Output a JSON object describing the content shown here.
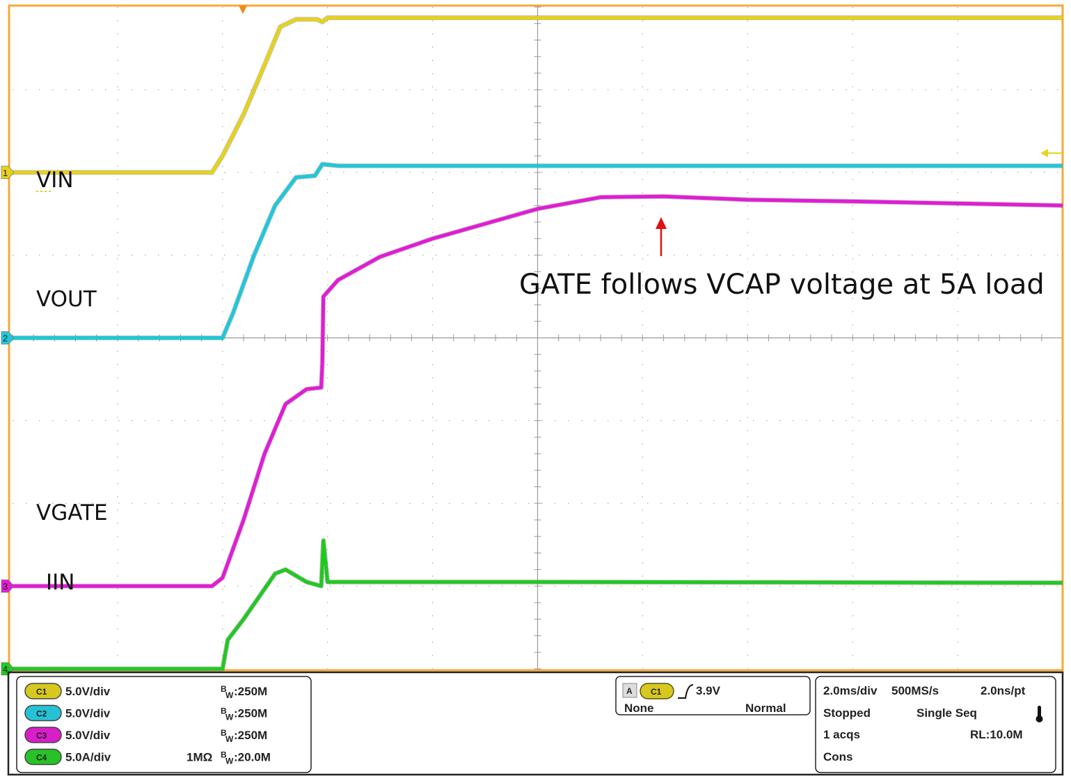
{
  "chart_data": {
    "type": "line",
    "title": "",
    "xlabel": "",
    "ylabel": "",
    "grid": true,
    "divisions": {
      "x": 10,
      "y": 8
    },
    "series": [
      {
        "name": "VIN",
        "channel": "1",
        "color": "#e6d21a",
        "points": [
          [
            0,
            6.0
          ],
          [
            1.9,
            6.0
          ],
          [
            2.0,
            6.2
          ],
          [
            2.2,
            6.7
          ],
          [
            2.4,
            7.3
          ],
          [
            2.55,
            7.76
          ],
          [
            2.7,
            7.85
          ],
          [
            2.9,
            7.85
          ],
          [
            2.95,
            7.82
          ],
          [
            3.0,
            7.87
          ],
          [
            5.0,
            7.87
          ],
          [
            10,
            7.87
          ]
        ]
      },
      {
        "name": "VOUT",
        "channel": "2",
        "color": "#1ec8da",
        "points": [
          [
            0,
            4.0
          ],
          [
            2.0,
            4.0
          ],
          [
            2.1,
            4.3
          ],
          [
            2.3,
            5.0
          ],
          [
            2.5,
            5.6
          ],
          [
            2.7,
            5.94
          ],
          [
            2.88,
            5.96
          ],
          [
            2.95,
            6.1
          ],
          [
            3.1,
            6.08
          ],
          [
            10,
            6.08
          ]
        ]
      },
      {
        "name": "VGATE",
        "channel": "3",
        "color": "#e21bd6",
        "points": [
          [
            0,
            1.0
          ],
          [
            1.9,
            1.0
          ],
          [
            2.0,
            1.1
          ],
          [
            2.2,
            1.8
          ],
          [
            2.4,
            2.6
          ],
          [
            2.6,
            3.2
          ],
          [
            2.8,
            3.38
          ],
          [
            2.94,
            3.4
          ],
          [
            2.95,
            3.7
          ],
          [
            2.96,
            4.5
          ],
          [
            3.1,
            4.7
          ],
          [
            3.5,
            4.98
          ],
          [
            4.0,
            5.2
          ],
          [
            5.0,
            5.56
          ],
          [
            5.6,
            5.7
          ],
          [
            6.2,
            5.71
          ],
          [
            7.0,
            5.67
          ],
          [
            8.0,
            5.65
          ],
          [
            10,
            5.6
          ]
        ]
      },
      {
        "name": "IIN",
        "channel": "4",
        "color": "#22c822",
        "points": [
          [
            0,
            0.0
          ],
          [
            2.0,
            0.0
          ],
          [
            2.05,
            0.35
          ],
          [
            2.2,
            0.6
          ],
          [
            2.5,
            1.15
          ],
          [
            2.6,
            1.2
          ],
          [
            2.8,
            1.05
          ],
          [
            2.94,
            1.0
          ],
          [
            2.96,
            1.55
          ],
          [
            3.0,
            1.05
          ],
          [
            5.0,
            1.05
          ],
          [
            10,
            1.04
          ]
        ]
      }
    ],
    "annotations": [
      {
        "text": "GATE follows VCAP voltage at 5A load",
        "arrow_to": [
          6.15,
          5.7
        ]
      }
    ]
  },
  "readout": {
    "channels": [
      {
        "badge": "C1",
        "scale": "5.0V/div",
        "impedance": "",
        "bw": "250M",
        "color": "#d6c81e"
      },
      {
        "badge": "C2",
        "scale": "5.0V/div",
        "impedance": "",
        "bw": "250M",
        "color": "#25c2d6"
      },
      {
        "badge": "C3",
        "scale": "5.0V/div",
        "impedance": "",
        "bw": "250M",
        "color": "#d81ec8"
      },
      {
        "badge": "C4",
        "scale": "5.0A/div",
        "impedance": "1MΩ",
        "bw": "20.0M",
        "color": "#27c227"
      }
    ],
    "bw_prefix_main": "B",
    "bw_prefix_sub": "W",
    "trigger": {
      "mode_letter": "A",
      "source": "C1",
      "level": "3.9V",
      "coupling": "None",
      "mode": "Normal"
    },
    "timebase": {
      "time_div": "2.0ms/div",
      "sample_rate": "500MS/s",
      "resolution": "2.0ns/pt",
      "state": "Stopped",
      "sequence": "Single Seq",
      "acqs": "1 acqs",
      "record_length": "RL:10.0M",
      "persistence": "Cons"
    }
  },
  "colors": {
    "frame": "#f4a83a",
    "grid": "#9a9a9a",
    "arrow": "#e01010",
    "trigger_arrow": "#e9d51c"
  }
}
